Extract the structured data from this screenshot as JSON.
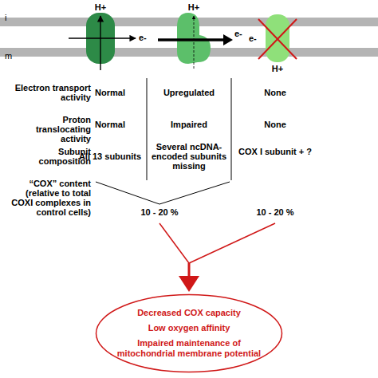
{
  "diagram": {
    "nodes": [
      {
        "text": [
          "Decreased COX capacity",
          "Low oxygen affinity",
          "Impaired maintenance of mitochondrial membrane potential"
        ]
      }
    ],
    "labels": [
      "i",
      "H+",
      "e-",
      "H+",
      "e-",
      "e-",
      "H+",
      "m",
      "Electron transport activity",
      "Normal",
      "Upregulated",
      "None",
      "Proton translocating activity",
      "Normal",
      "Impaired",
      "None",
      "Subunit composition",
      "All 13 subunits",
      "Several ncDNA-encoded subunits missing",
      "COX I subunit + ?",
      "“COX” content (relative to total COXI complexes in control cells)",
      "10 - 20 %",
      "10 - 20 %"
    ]
  }
}
